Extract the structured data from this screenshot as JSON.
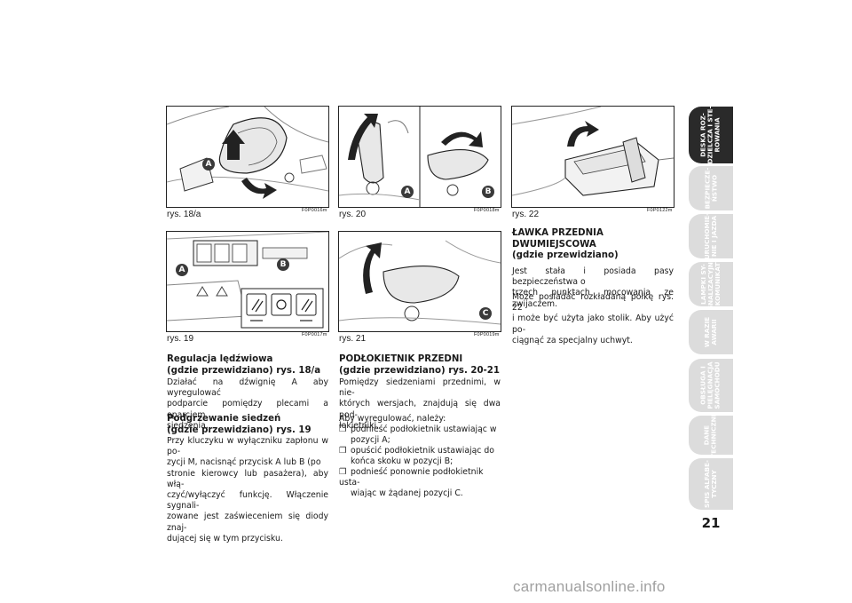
{
  "figures": [
    {
      "caption": "rys. 18/a",
      "code": "F0P0016m",
      "labels": [
        "A"
      ]
    },
    {
      "caption": "rys. 20",
      "code": "F0P0018m",
      "labels": [
        "A",
        "B"
      ]
    },
    {
      "caption": "rys. 22",
      "code": "F0P0122m",
      "labels": []
    },
    {
      "caption": "rys. 19",
      "code": "F0P0017m",
      "labels": [
        "A",
        "B"
      ]
    },
    {
      "caption": "rys. 21",
      "code": "F0P0019m",
      "labels": [
        "C"
      ]
    }
  ],
  "col1": {
    "h1": [
      "Regulacja lędźwiowa",
      "(gdzie przewidziano) rys. 18/a"
    ],
    "p1": [
      "Działać na dźwignię A aby wyregulować",
      "podparcie pomiędzy plecami a oparciem",
      "siedzenia."
    ],
    "h2": [
      "Podgrzewanie siedzeń",
      "(gdzie przewidziano) rys. 19"
    ],
    "p2": [
      "Przy kluczyku w wyłączniku zapłonu w po-",
      "zycji M, nacisnąć przycisk A lub B (po",
      "stronie kierowcy lub pasażera), aby włą-",
      "czyć/wyłączyć funkcję. Włączenie sygnali-",
      "zowane jest zaświeceniem się diody znaj-",
      "dującej się w tym przycisku."
    ]
  },
  "col2": {
    "h1": [
      "PODŁOKIETNIK PRZEDNI",
      "(gdzie przewidziano) rys. 20-21"
    ],
    "p1": [
      "Pomiędzy siedzeniami przednimi, w nie-",
      "których wersjach, znajdują się dwa pod-",
      "łokietniki."
    ],
    "p2": [
      "Aby wyregulować, należy:"
    ],
    "bullets": [
      [
        "podnieść podłokietnik ustawiając w",
        "pozycji A;"
      ],
      [
        "opuścić podłokietnik ustawiając do",
        "końca skoku w pozycji B;"
      ],
      [
        "podnieść ponownie podłokietnik usta-",
        "wiając w żądanej pozycji C."
      ]
    ],
    "bullet_symbol": "❒"
  },
  "col3": {
    "h1": [
      "ŁAWKA PRZEDNIA",
      "DWUMIEJSCOWA",
      "(gdzie przewidziano)"
    ],
    "p1": [
      "Jest stała i posiada pasy bezpieczeństwa o",
      "trzech punktach mocowania ze zwijaczem."
    ],
    "p2": [
      "Może posiadać rozkładaną półkę rys. 22",
      "i może być użyta jako stolik. Aby użyć po-",
      "ciągnąć za specjalny uchwyt."
    ]
  },
  "tabs": [
    "DESKA ROZ-\nDZIELCZA I STE-\nROWANIA",
    "BEZPIECZE-\nŃSTWO",
    "URUCHOMIE-\nNIE I JAZDA",
    "LAMPKI SY-\nGNALIZACYJNE\nI KOMUNIKATY",
    "W RAZIE\nAWARII",
    "OBSŁUGA I\nPIELĘGNACJA\nSAMOCHODU",
    "DANE\nTECHNICZNE",
    "SPIS ALFABE-\nTYCZNY"
  ],
  "page_number": "21",
  "watermark": "carmanualsonline.info",
  "colors": {
    "active_tab": "#2a2a2a",
    "inactive_tab": "#dcdcdc",
    "badge": "#3a3a3a"
  }
}
